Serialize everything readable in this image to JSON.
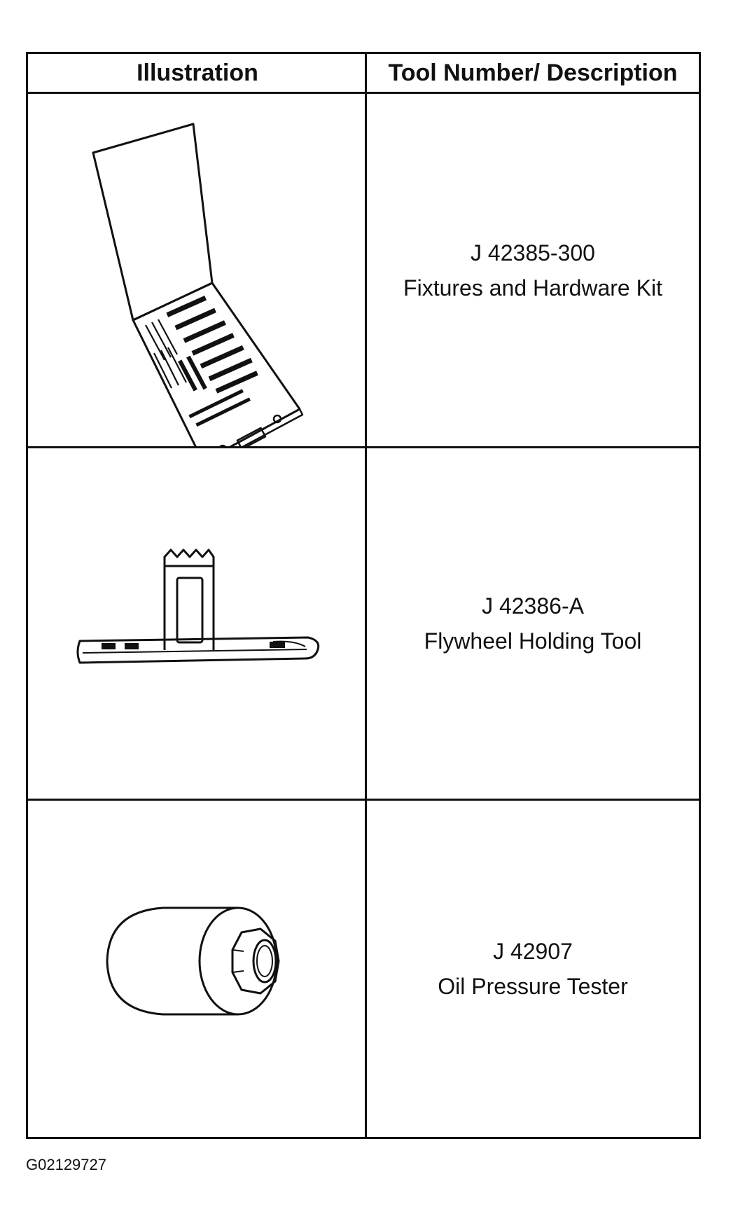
{
  "table": {
    "headers": {
      "illustration": "Illustration",
      "description": "Tool Number/ Description"
    },
    "rows": [
      {
        "tool_number": "J 42385-300",
        "description": "Fixtures and Hardware Kit",
        "icon": "hardware-kit-case-icon"
      },
      {
        "tool_number": "J 42386-A",
        "description": "Flywheel Holding Tool",
        "icon": "flywheel-holding-tool-icon"
      },
      {
        "tool_number": "J 42907",
        "description": "Oil Pressure Tester",
        "icon": "oil-pressure-tester-icon"
      }
    ]
  },
  "figure_id": "G02129727"
}
